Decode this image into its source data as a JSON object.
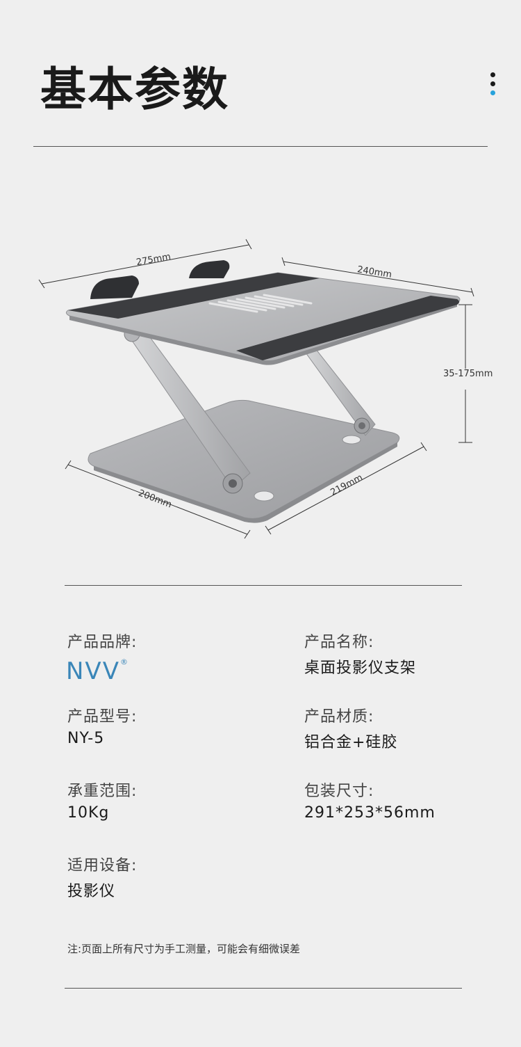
{
  "page": {
    "title": "基本参数",
    "accent_colors": [
      "#1a1a1a",
      "#1a1a1a",
      "#27a2db"
    ]
  },
  "dimensions": {
    "top_width": "275mm",
    "top_depth": "240mm",
    "height_range": "35-175mm",
    "base_width": "200mm",
    "base_depth": "219mm"
  },
  "specs": {
    "brand_label": "产品品牌:",
    "brand_logo": "NVV",
    "brand_reg": "®",
    "name_label": "产品名称:",
    "name_value": "桌面投影仪支架",
    "model_label": "产品型号:",
    "model_value": "NY-5",
    "material_label": "产品材质:",
    "material_value": "铝合金+硅胶",
    "load_label": "承重范围:",
    "load_value": "10Kg",
    "package_label": "包装尺寸:",
    "package_value": "291*253*56mm",
    "device_label": "适用设备:",
    "device_value": "投影仪"
  },
  "note": "注:页面上所有尺寸为手工测量，可能会有细微误差"
}
